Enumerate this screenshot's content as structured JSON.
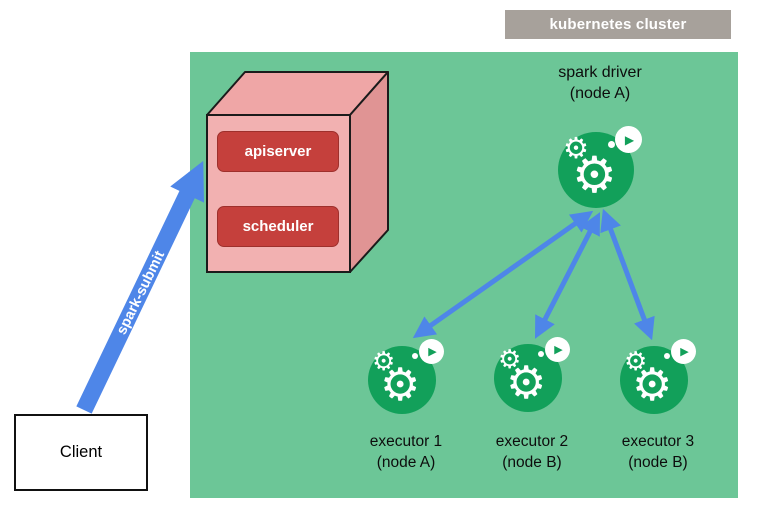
{
  "cluster": {
    "label": "kubernetes cluster"
  },
  "control_plane": {
    "panels": [
      {
        "label": "apiserver"
      },
      {
        "label": "scheduler"
      }
    ]
  },
  "driver": {
    "title": "spark driver",
    "subtitle": "(node A)"
  },
  "executors": [
    {
      "title": "executor 1",
      "subtitle": "(node A)"
    },
    {
      "title": "executor 2",
      "subtitle": "(node B)"
    },
    {
      "title": "executor 3",
      "subtitle": "(node B)"
    }
  ],
  "client": {
    "label": "Client"
  },
  "submit": {
    "label": "spark-submit"
  },
  "glyphs": {
    "gear": "⚙",
    "play": "▶"
  },
  "colors": {
    "cluster_bg": "#6CC697",
    "cluster_label_bg": "#A7A19B",
    "arrow_blue": "#4E86E8",
    "panel_red": "#C5403C",
    "cube_front": "#F2B1B1",
    "cube_top": "#EFA6A6",
    "cube_side": "#E09494",
    "icon_green": "#12A05A"
  }
}
